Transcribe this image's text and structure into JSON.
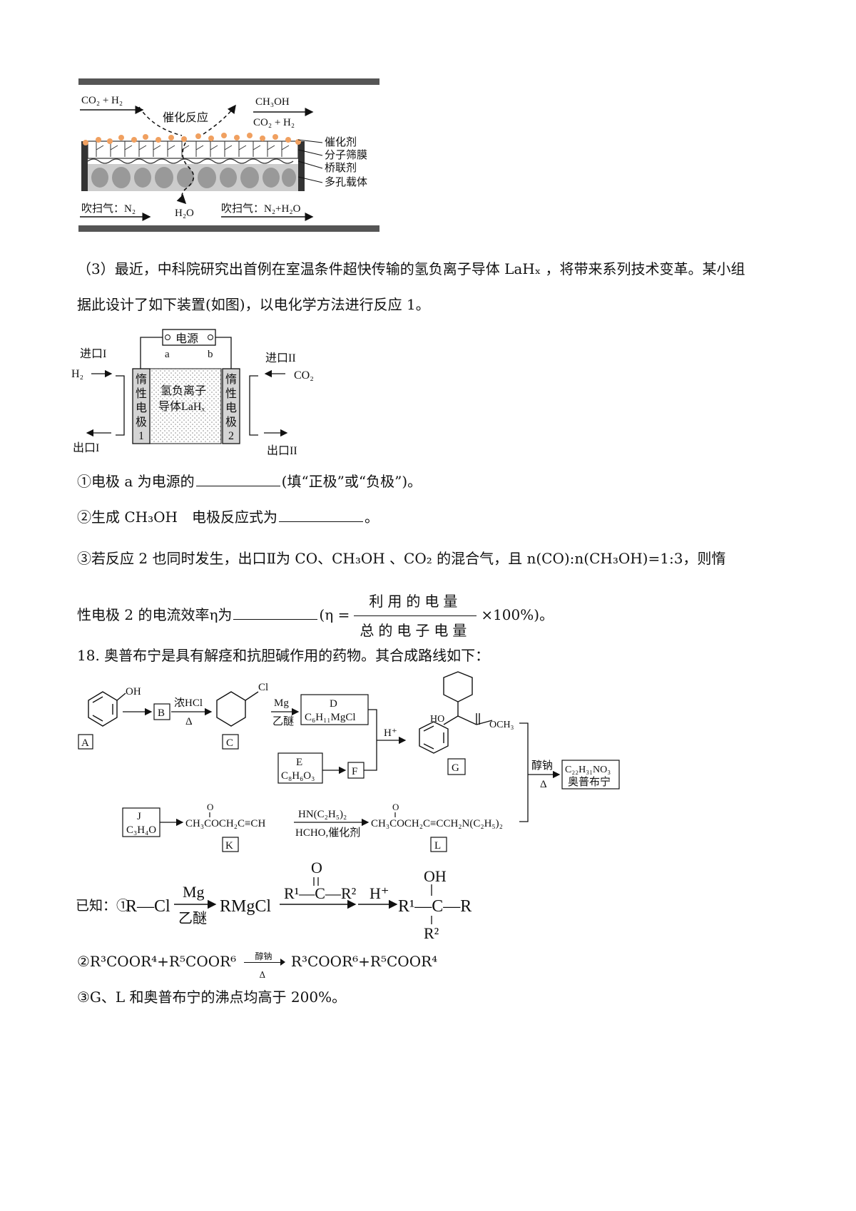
{
  "membrane_figure": {
    "label_in_top": "CO₂ + H₂",
    "label_reaction": "催化反应",
    "label_out_top_1": "CH₃OH",
    "label_out_top_2": "CO₂ + H₂",
    "legend": [
      "催化剂",
      "分子筛膜",
      "桥联剂",
      "多孔载体"
    ],
    "label_in_bottom": "吹扫气：N₂",
    "label_h2o": "H₂O",
    "label_out_bottom": "吹扫气：N₂+H₂O"
  },
  "q3": {
    "intro_line1": "（3）最近，中科院研究出首例在室温条件超快传输的氢负离子导体 LaHₓ ，将带来系列技术变革。某小组",
    "intro_line2": "据此设计了如下装置(如图)，以电化学方法进行反应 1。",
    "sub1_pre": "①电极 a 为电源的",
    "sub1_post": "(填“正极”或“负极”)。",
    "sub2_pre": "②生成 CH₃OH　电极反应式为",
    "sub2_post": "。",
    "sub3_line1": "③若反应 2 也同时发生，出口Ⅱ为 CO、CH₃OH 、CO₂ 的混合气，且 n(CO):n(CH₃OH)=1:3，则惰",
    "sub3_line2_pre": "性电极 2 的电流效率η为",
    "sub3_eta": "(η =",
    "sub3_frac_num": "利用的电量",
    "sub3_frac_den": "总的电子电量",
    "sub3_post": "×100%)。"
  },
  "cell_figure": {
    "power_label": "电源",
    "terminal_a": "a",
    "terminal_b": "b",
    "inlet1": "进口I",
    "inlet1_gas": "H₂",
    "inlet2": "进口II",
    "inlet2_gas": "CO₂",
    "electrode1": [
      "惰",
      "性",
      "电",
      "极",
      "1"
    ],
    "electrode2": [
      "惰",
      "性",
      "电",
      "极",
      "2"
    ],
    "electrolyte_line1": "氢负离子",
    "electrolyte_line2": "导体LaHₓ",
    "outlet1": "出口I",
    "outlet2": "出口II"
  },
  "q18": {
    "title": "18. 奥普布宁是具有解痉和抗胆碱作用的药物。其合成路线如下："
  },
  "synthesis": {
    "oh": "OH",
    "A": "A",
    "B": "B",
    "cond_hcl": "浓HCl",
    "delta": "Δ",
    "cl": "Cl",
    "C": "C",
    "mg": "Mg",
    "ether": "乙醚",
    "D": "D",
    "D_formula": "C₆H₁₁MgCl",
    "h_plus": "H⁺",
    "ho": "HO",
    "och3": "OCH₃",
    "G": "G",
    "E": "E",
    "E_formula": "C₈H₆O₃",
    "F": "F",
    "sodium_alkoxide": "醇钠",
    "product_formula": "C₂₂H₃₁NO₃",
    "product_name": "奥普布宁",
    "J": "J",
    "J_formula": "C₃H₄O",
    "K_formula": "CH₃COCH₂C≡CH",
    "o": "O",
    "cond_amine": "HN(C₂H₅)₂",
    "cond_hcho": "HCHO,催化剂",
    "K": "K",
    "L_formula": "CH₃COCH₂C≡CCH₂N(C₂H₅)₂",
    "L": "L"
  },
  "known": {
    "prefix": "已知：①",
    "r_cl": "R—Cl",
    "mg": "Mg",
    "ether": "乙醚",
    "rmgcl": "RMgCl",
    "ketone": "R¹—C—R²",
    "o": "O",
    "h_plus": "H⁺",
    "product": "R¹—C—R",
    "oh": "OH",
    "r2": "R²",
    "item2_left": "②R³COOR⁴+R⁵COOR⁶",
    "item2_cond": "醇钠",
    "item2_delta": "Δ",
    "item2_right": "R³COOR⁶+R⁵COOR⁴",
    "item3": "③G、L 和奥普布宁的沸点均高于 200%。"
  },
  "colors": {
    "catalyst": "#f0a060",
    "rail": "#555555",
    "support": "#bbbbbb"
  }
}
